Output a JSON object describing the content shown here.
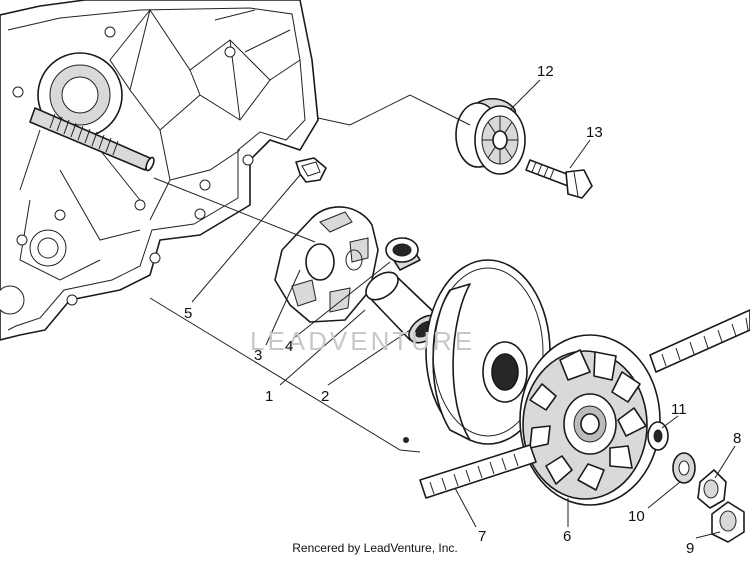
{
  "diagram": {
    "watermark": "LEADVENTURE",
    "footer": "Rencered by LeadVenture, Inc.",
    "parts": [
      {
        "id": "part-1",
        "label": "1"
      },
      {
        "id": "part-2",
        "label": "2"
      },
      {
        "id": "part-3",
        "label": "3"
      },
      {
        "id": "part-4",
        "label": "4"
      },
      {
        "id": "part-5",
        "label": "5"
      },
      {
        "id": "part-6",
        "label": "6"
      },
      {
        "id": "part-7",
        "label": "7"
      },
      {
        "id": "part-8",
        "label": "8"
      },
      {
        "id": "part-9",
        "label": "9"
      },
      {
        "id": "part-10",
        "label": "10"
      },
      {
        "id": "part-11",
        "label": "11"
      },
      {
        "id": "part-12",
        "label": "12"
      },
      {
        "id": "part-13",
        "label": "13"
      }
    ]
  }
}
